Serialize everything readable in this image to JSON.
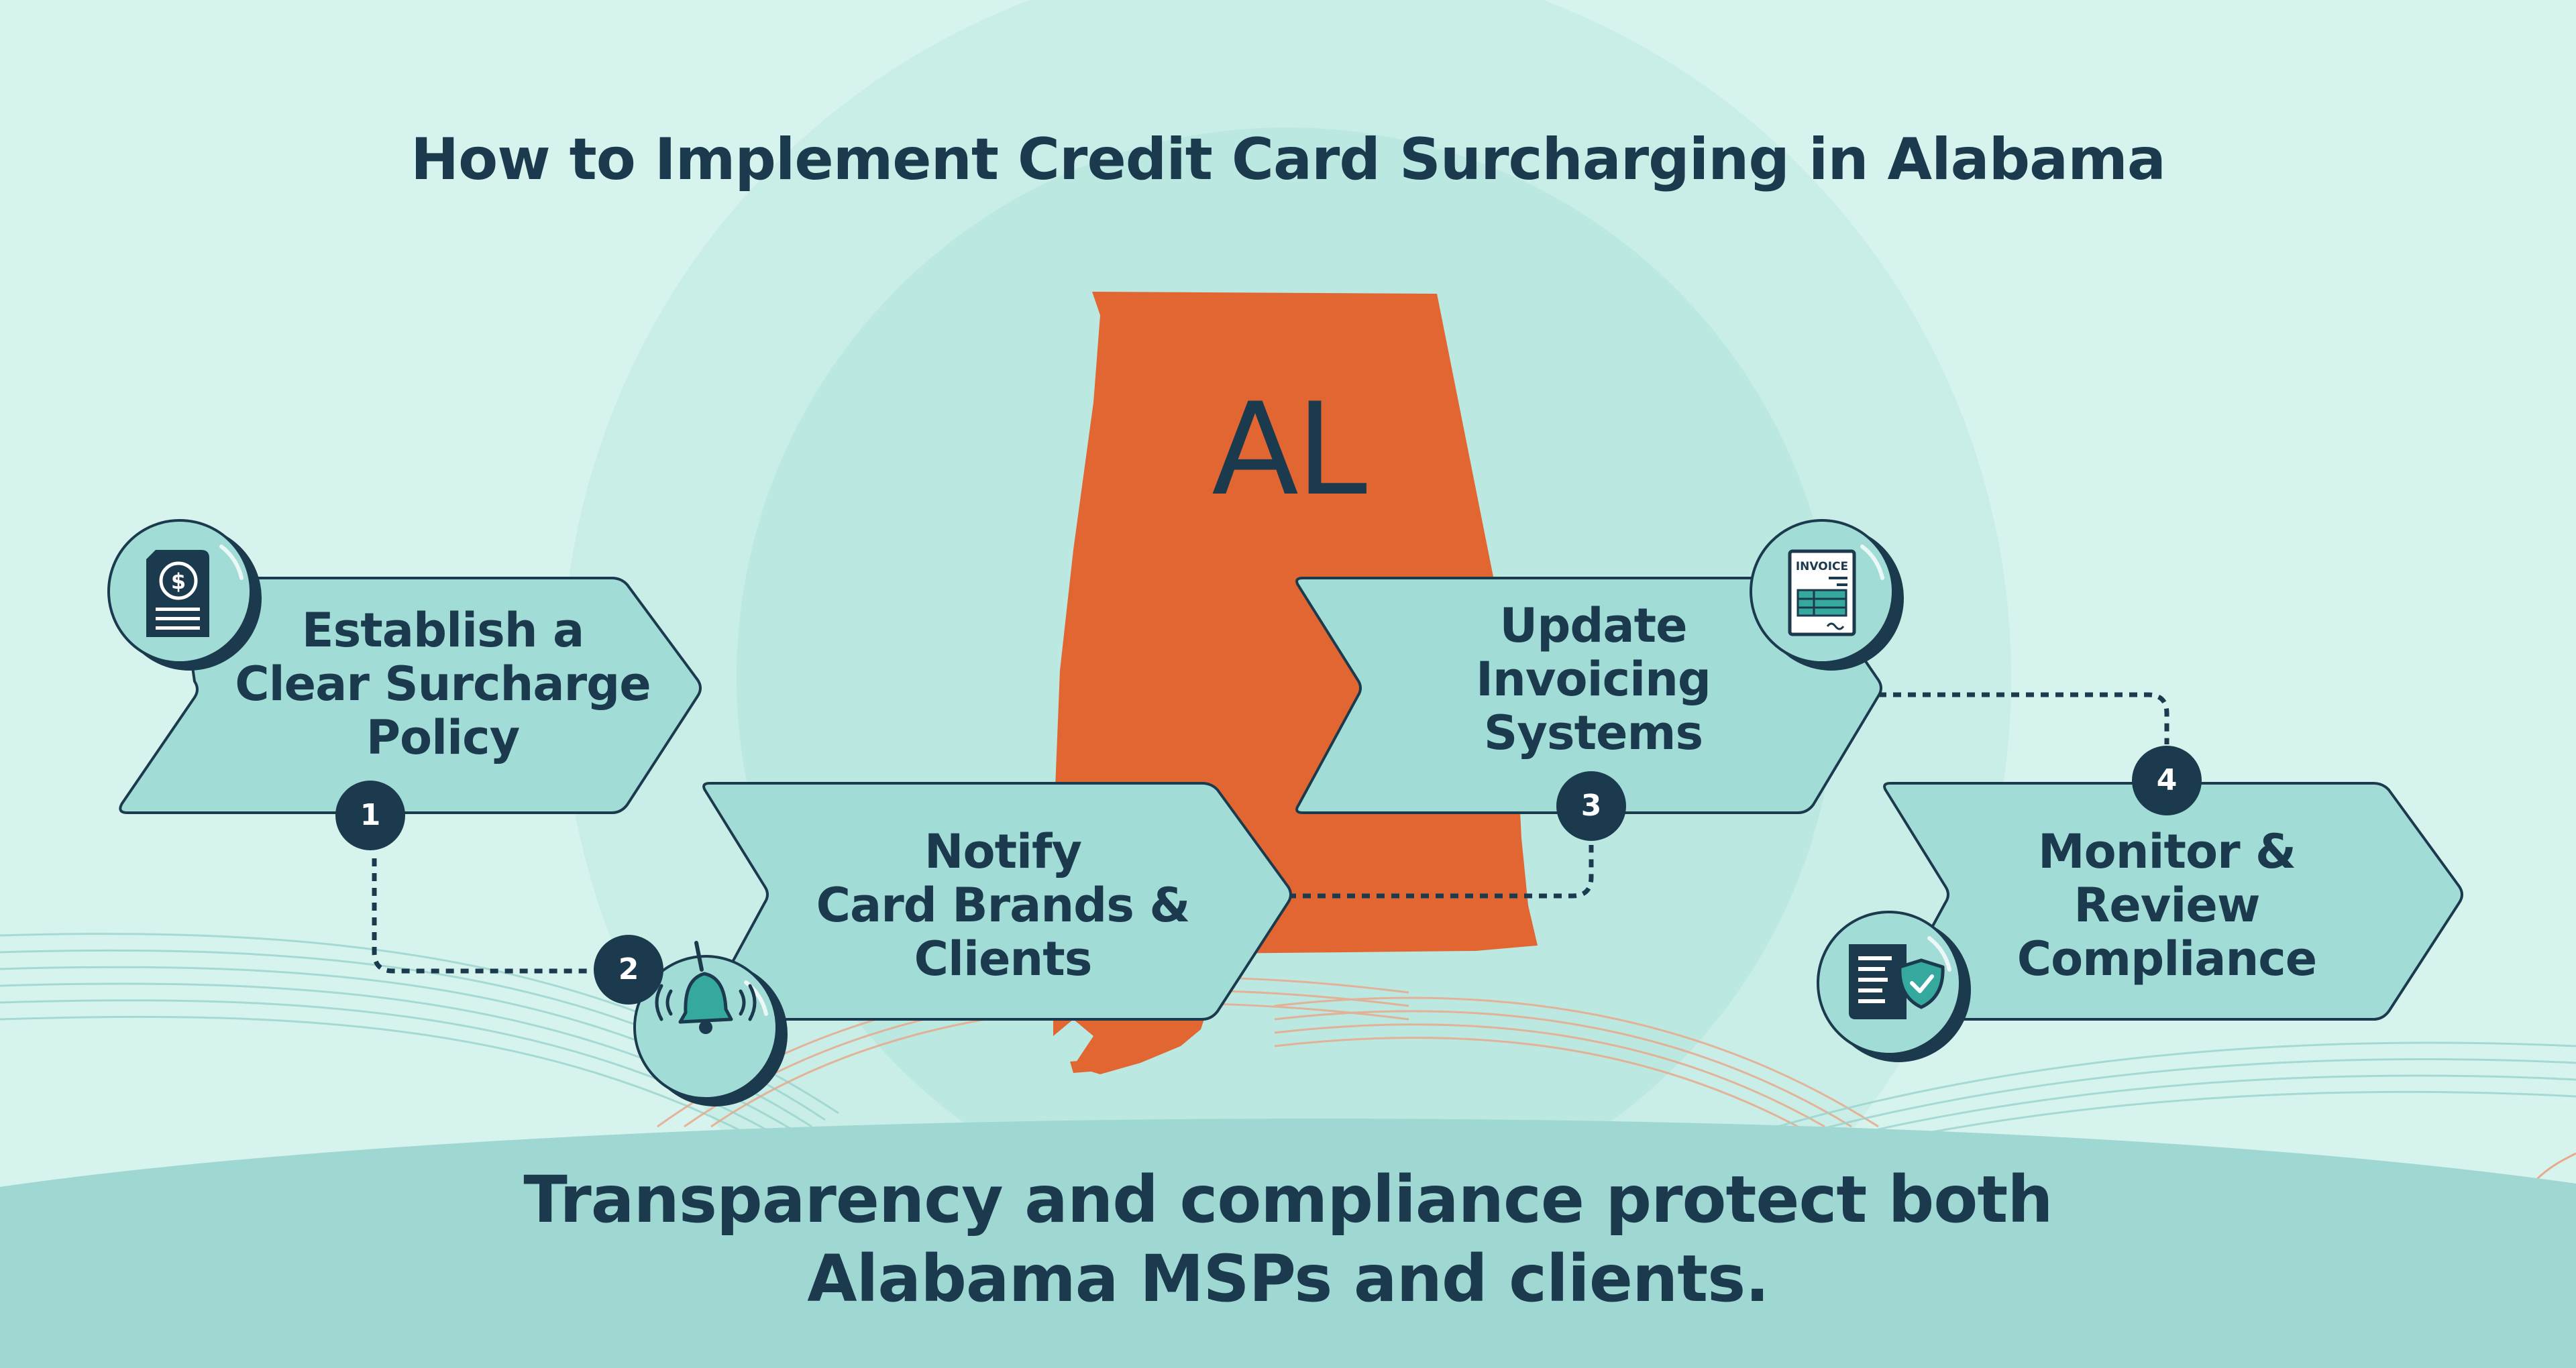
{
  "title": "How to Implement Credit Card Surcharging in Alabama",
  "state_label": "AL",
  "steps": [
    {
      "number": "1",
      "lines": [
        "Establish a",
        "Clear Surcharge",
        "Policy"
      ],
      "icon": "policy-document-dollar-icon"
    },
    {
      "number": "2",
      "lines": [
        "Notify",
        "Card Brands &",
        "Clients"
      ],
      "icon": "notification-bell-icon"
    },
    {
      "number": "3",
      "lines": [
        "Update",
        "Invoicing",
        "Systems"
      ],
      "icon": "invoice-icon",
      "icon_text": "INVOICE"
    },
    {
      "number": "4",
      "lines": [
        "Monitor &",
        "Review",
        "Compliance"
      ],
      "icon": "compliance-shield-document-icon"
    }
  ],
  "footer": {
    "line1": "Transparency and compliance protect both",
    "line2": "Alabama MSPs and clients."
  },
  "colors": {
    "background": "#d6f3ee",
    "halo_outer": "#c9ede7",
    "halo_inner": "#bce8e2",
    "ground": "#9fd8d2",
    "arrow_fill": "#a1dcd6",
    "dark": "#1c3a4d",
    "state_orange": "#e26632",
    "line_orange": "#e8a98a",
    "line_teal": "#9ad3cd"
  }
}
